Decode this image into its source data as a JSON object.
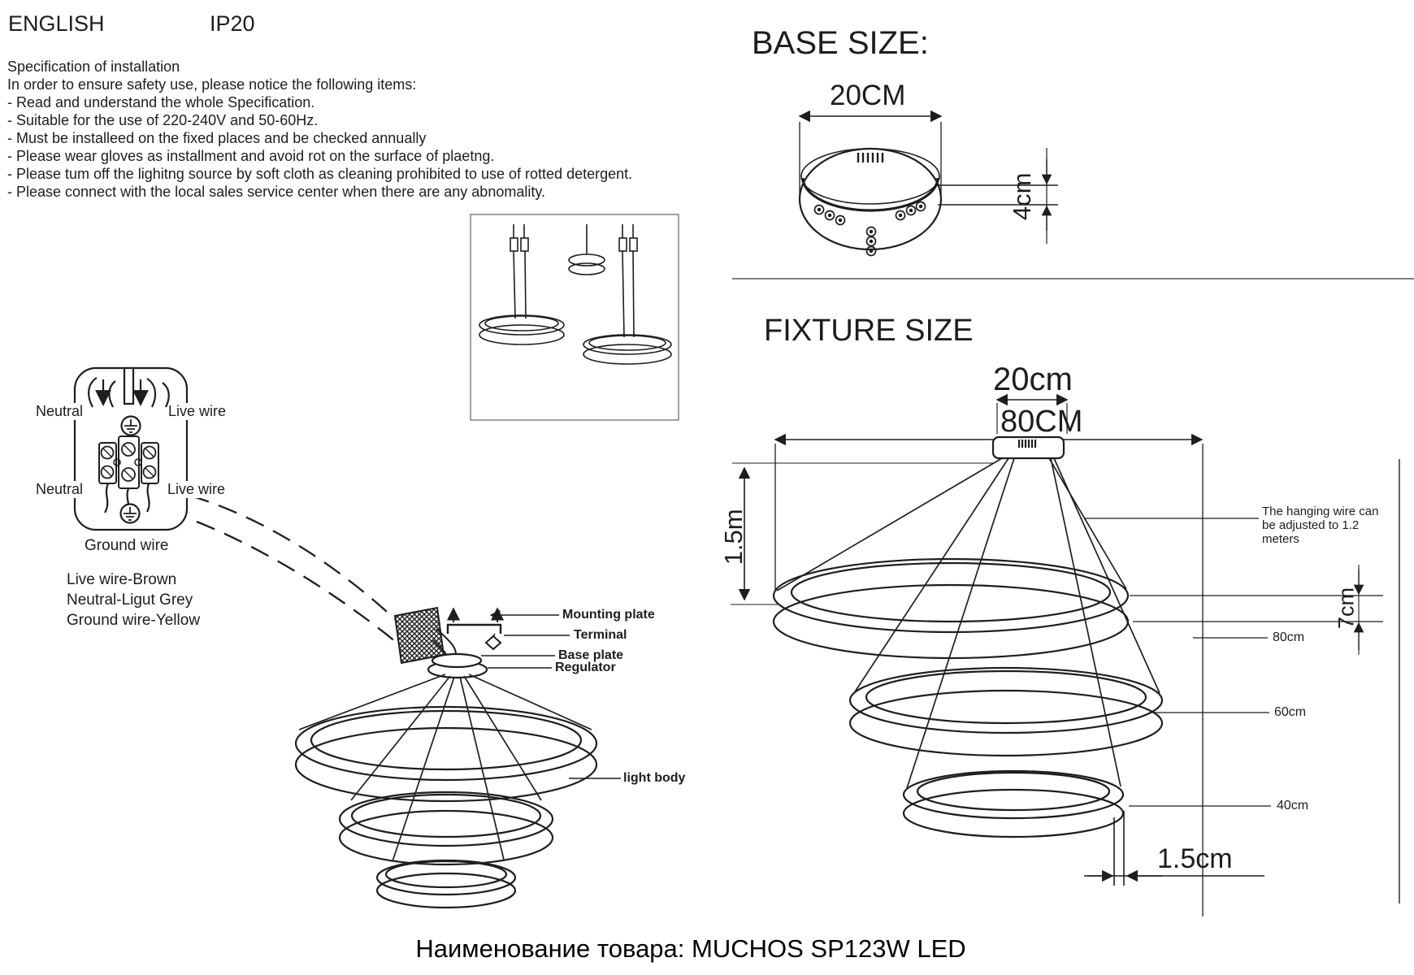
{
  "header": {
    "language": "ENGLISH",
    "ip_rating": "IP20"
  },
  "spec": {
    "title": "Specification of installation",
    "intro": "In order to ensure safety use, please notice the following items:",
    "items": [
      "- Read and understand the whole Specification.",
      "- Suitable for the use of 220-240V and 50-60Hz.",
      "- Must be installeed on the fixed places and be checked annually",
      "- Please wear gloves as installment and avoid rot on the surface of plaetng.",
      "- Please tum off the lighitng source by soft cloth as cleaning prohibited to use of rotted detergent.",
      "- Please connect with the local sales service center when there are any abnomality."
    ]
  },
  "wiring_diagram": {
    "neutral_top": "Neutral",
    "live_wire_top": "Live wire",
    "neutral_bottom": "Neutral",
    "live_wire_bottom": "Live wire",
    "ground": "Ground wire",
    "legend": [
      "Live wire-Brown",
      "Neutral-Ligut Grey",
      "Ground wire-Yellow"
    ]
  },
  "installation_figure": {
    "callout_mounting_plate": "Mounting plate",
    "callout_terminal": "Terminal",
    "callout_base_plate": "Base plate",
    "callout_regulator": "Regulator",
    "callout_light_body": "light body"
  },
  "base_size": {
    "title": "BASE SIZE:",
    "diameter": "20CM",
    "height": "4cm"
  },
  "fixture_size": {
    "title": "FIXTURE SIZE",
    "canopy_width": "20cm",
    "overall_width": "80CM",
    "wire_length": "1.5m",
    "ring_profile_height": "7cm",
    "ring_diameters": [
      "80cm",
      "60cm",
      "40cm"
    ],
    "ring_thickness": "1.5cm",
    "note_lines": [
      "The hanging wire can",
      "be adjusted to 1.2",
      "meters"
    ]
  },
  "footer": {
    "product_label": "Наименование товара: MUCHOS SP123W LED"
  },
  "colors": {
    "line": "#1e1e1e",
    "text": "#1d1d1d",
    "background": "#ffffff"
  }
}
